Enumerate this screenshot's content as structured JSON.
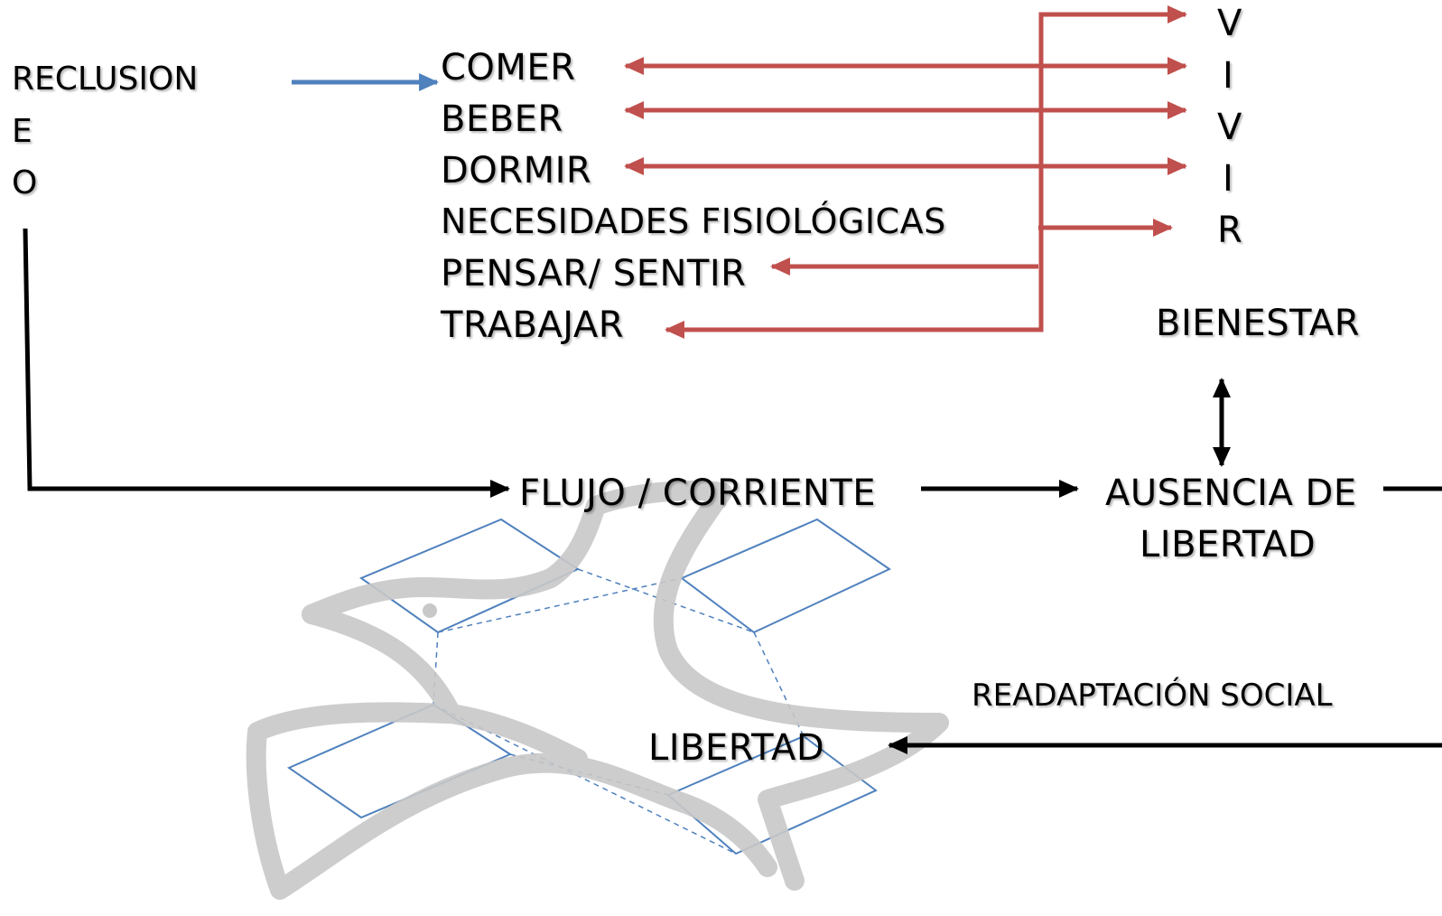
{
  "diagram": {
    "left_column": [
      "RECLUSION",
      "E",
      "O"
    ],
    "needs": [
      "COMER",
      "BEBER",
      "DORMIR",
      "NECESIDADES FISIOLÓGICAS",
      "PENSAR/ SENTIR",
      "TRABAJAR"
    ],
    "vivir_letters": [
      "V",
      "I",
      "V",
      "I",
      "R"
    ],
    "bienestar": "BIENESTAR",
    "flujo": "FLUJO / CORRIENTE",
    "ausencia_line1": "AUSENCIA DE",
    "ausencia_line2": "LIBERTAD",
    "readaptacion": "READAPTACIÓN SOCIAL",
    "libertad": "LIBERTAD"
  },
  "colors": {
    "red_arrows": "#c0504d",
    "blue_arrow": "#4f81bd",
    "black_arrows": "#000000",
    "watermark_dove": "#c8c8c8",
    "watermark_cross": "#4f81bd"
  },
  "watermark": {
    "icon": "dove-cross-logo"
  }
}
